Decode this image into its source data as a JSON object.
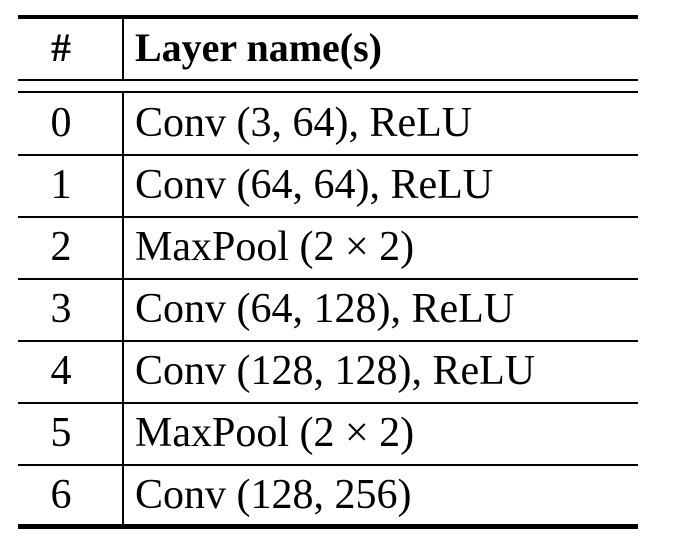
{
  "table": {
    "headers": [
      "#",
      "Layer name(s)"
    ],
    "rows": [
      {
        "index": "0",
        "layers": "Conv (3, 64), ReLU"
      },
      {
        "index": "1",
        "layers": "Conv (64, 64), ReLU"
      },
      {
        "index": "2",
        "layers": "MaxPool (2 × 2)"
      },
      {
        "index": "3",
        "layers": "Conv (64, 128), ReLU"
      },
      {
        "index": "4",
        "layers": "Conv (128, 128), ReLU"
      },
      {
        "index": "5",
        "layers": "MaxPool (2 × 2)"
      },
      {
        "index": "6",
        "layers": "Conv (128, 256)"
      }
    ]
  }
}
